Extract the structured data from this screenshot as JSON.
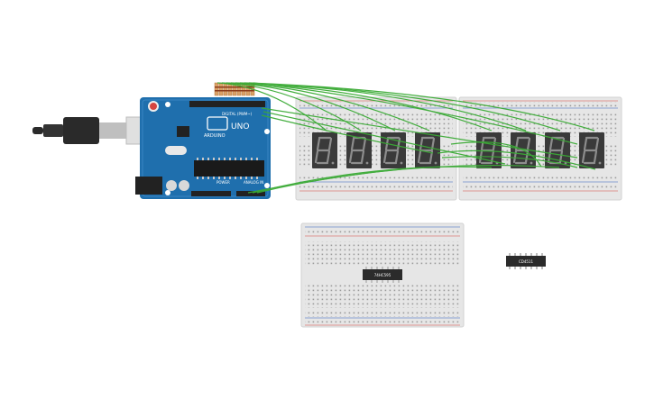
{
  "arduino": {
    "brand": "ARDUINO",
    "model": "UNO",
    "digital_label": "DIGITAL (PWM~)",
    "power_label": "POWER",
    "analog_label": "ANALOG IN"
  },
  "chips": [
    {
      "label": "74HC595"
    },
    {
      "label": "CD4511"
    }
  ],
  "displays_count": 8,
  "colors": {
    "board": "#1f6fad",
    "wire": "#3aaa35",
    "breadboard": "#e6e6e6",
    "display": "#3a3a3a",
    "chip": "#2b2b2b"
  }
}
